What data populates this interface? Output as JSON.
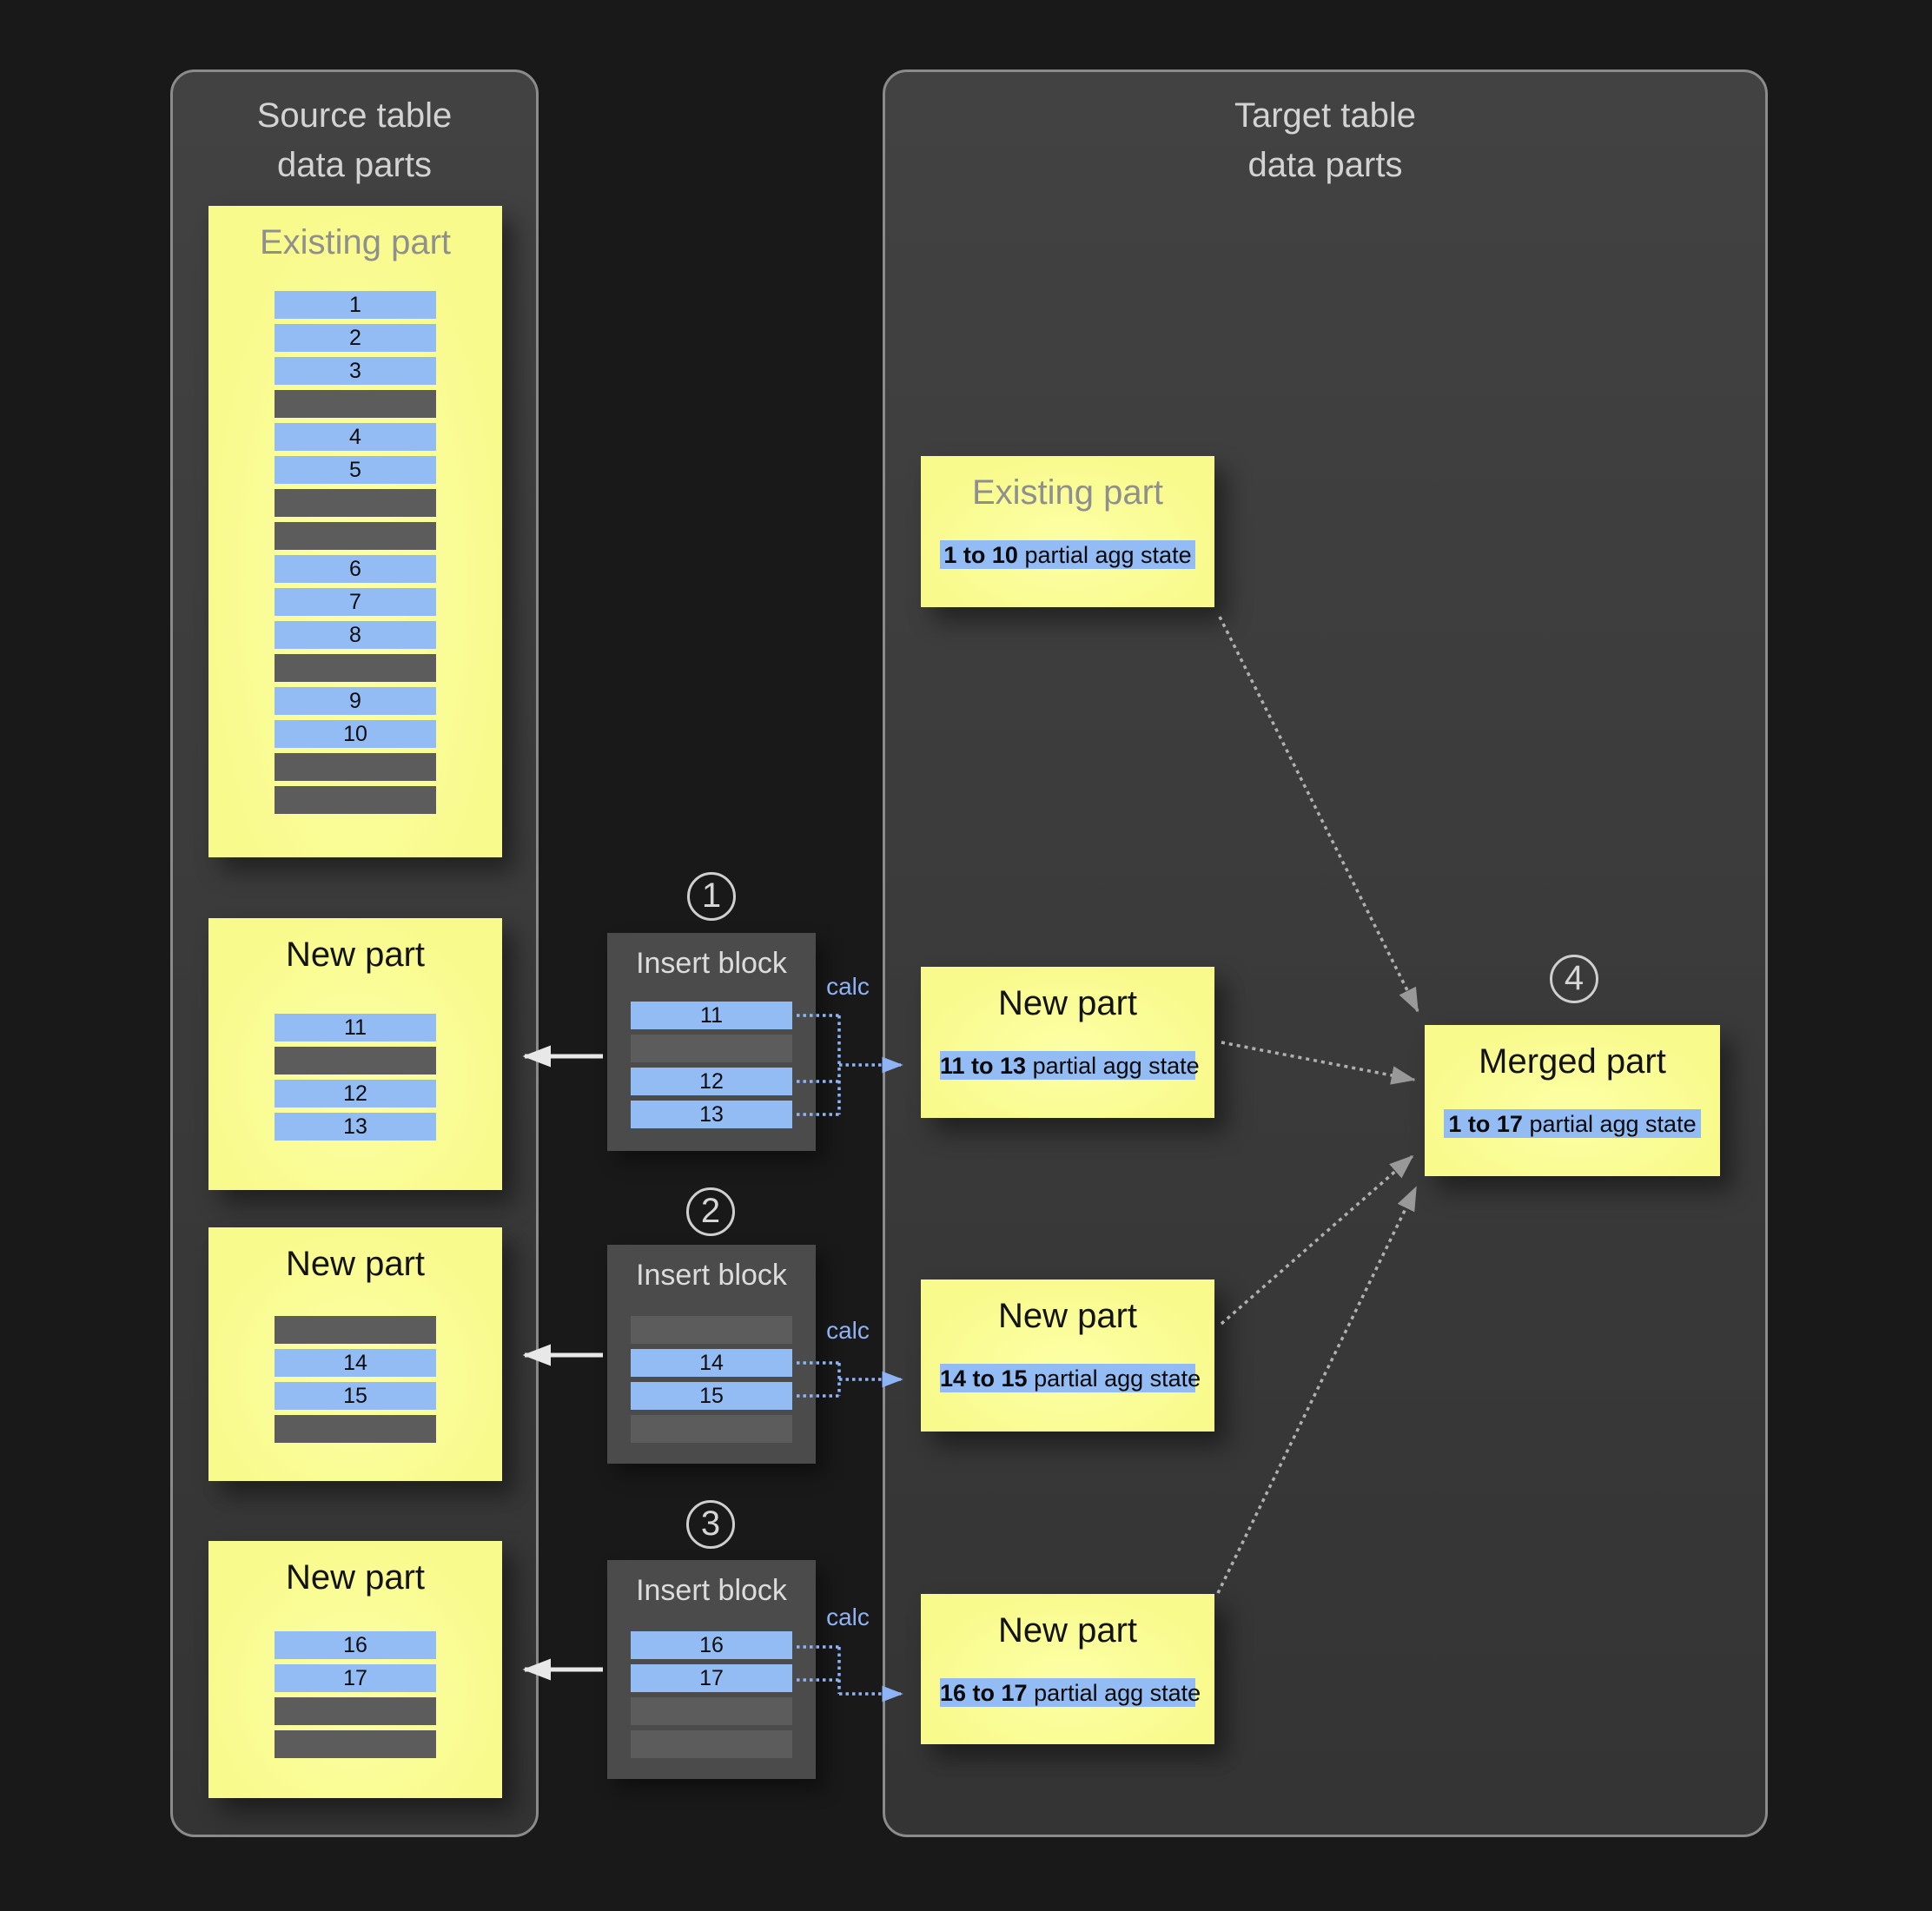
{
  "source_panel": {
    "title_line1": "Source table",
    "title_line2": "data parts",
    "existing_part": {
      "title": "Existing part",
      "rows": [
        "1",
        "2",
        "3",
        null,
        "4",
        "5",
        null,
        null,
        "6",
        "7",
        "8",
        null,
        "9",
        "10",
        null,
        null
      ]
    },
    "new_parts": [
      {
        "title": "New part",
        "rows": [
          "11",
          null,
          "12",
          "13"
        ]
      },
      {
        "title": "New part",
        "rows": [
          null,
          "14",
          "15",
          null
        ]
      },
      {
        "title": "New part",
        "rows": [
          "16",
          "17",
          null,
          null
        ]
      }
    ]
  },
  "insert_blocks": [
    {
      "step": "1",
      "title": "Insert block",
      "calc_label": "calc",
      "rows": [
        "11",
        null,
        "12",
        "13"
      ]
    },
    {
      "step": "2",
      "title": "Insert block",
      "calc_label": "calc",
      "rows": [
        null,
        "14",
        "15",
        null
      ]
    },
    {
      "step": "3",
      "title": "Insert block",
      "calc_label": "calc",
      "rows": [
        "16",
        "17",
        null,
        null
      ]
    }
  ],
  "target_panel": {
    "title_line1": "Target table",
    "title_line2": "data parts",
    "existing_part": {
      "title": "Existing part",
      "agg_range": "1 to 10",
      "agg_label": "partial agg state"
    },
    "new_parts": [
      {
        "title": "New part",
        "agg_range": "11 to 13",
        "agg_label": "partial agg state"
      },
      {
        "title": "New part",
        "agg_range": "14 to 15",
        "agg_label": "partial agg state"
      },
      {
        "title": "New part",
        "agg_range": "16 to 17",
        "agg_label": "partial agg state"
      }
    ],
    "merged_part": {
      "step": "4",
      "title": "Merged part",
      "agg_range": "1 to 17",
      "agg_label": "partial agg state"
    }
  },
  "colors": {
    "part_yellow": "#f8fa8b",
    "row_blue": "#93bbf4",
    "row_gray": "#5c5c5c",
    "calc_blue": "#8fb2f4",
    "panel_bg": "#3b3b3b",
    "panel_border": "#8b8b8b",
    "background": "#191919"
  }
}
